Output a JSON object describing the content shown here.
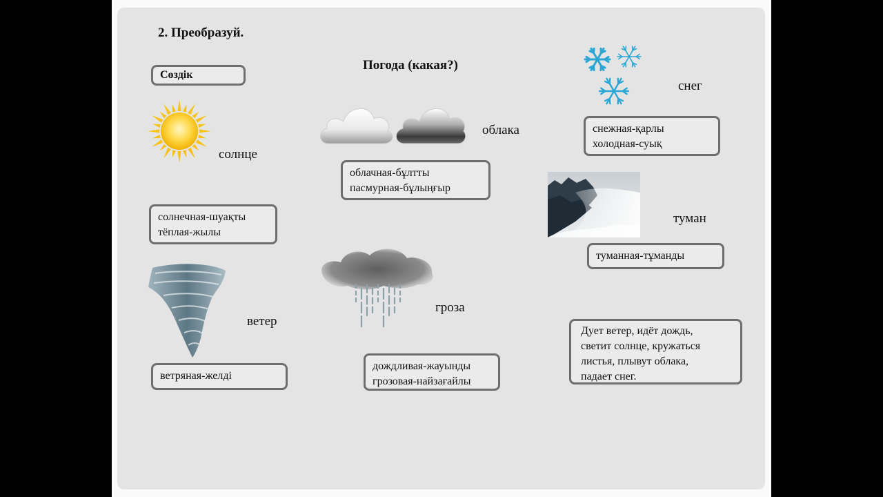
{
  "slide": {
    "title": "2. Преобразуй.",
    "dictionary_label": "Сөздік",
    "heading": "Погода (какая?)"
  },
  "items": {
    "sun": {
      "word": "солнце",
      "lines": [
        "солнечная-шуақты",
        "тёплая-жылы"
      ]
    },
    "clouds": {
      "word": "облака",
      "lines": [
        "облачная-бұлтты",
        "пасмурная-бұлыңғыр"
      ]
    },
    "snow": {
      "word": "снег",
      "lines": [
        "снежная-қарлы",
        "холодная-суық"
      ]
    },
    "fog": {
      "word": "туман",
      "lines": [
        "туманная-тұманды"
      ]
    },
    "wind": {
      "word": "ветер",
      "lines": [
        "ветряная-желді"
      ]
    },
    "storm": {
      "word": "гроза",
      "lines": [
        "дождливая-жауынды",
        "грозовая-найзағайлы"
      ]
    }
  },
  "sentence_box": {
    "lines": [
      "Дует ветер, идёт дождь,",
      "светит солнце, кружаться",
      "листья, плывут  облака,",
      "падает снег."
    ]
  },
  "colors": {
    "slide_bg": "#e4e4e4",
    "box_border": "#6e6e6e",
    "sun": "#f7c21a",
    "snowflake": "#2aa7d4"
  },
  "icons": [
    "sun-icon",
    "clouds-icon",
    "snowflake-icon",
    "fog-photo",
    "tornado-icon",
    "rain-cloud-icon"
  ]
}
